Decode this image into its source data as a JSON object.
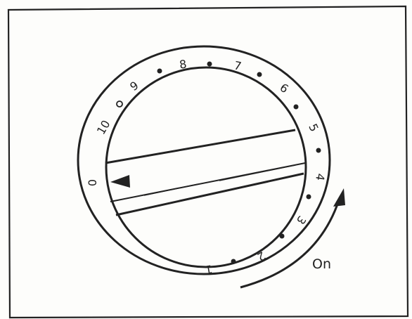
{
  "dial": {
    "scale_labels": [
      "0",
      "10",
      "9",
      "8",
      "7",
      "6",
      "5",
      "4",
      "3",
      "2",
      "1"
    ],
    "direction_label": "On"
  },
  "colors": {
    "ink": "#222222",
    "paper": "#fdfdfb"
  }
}
